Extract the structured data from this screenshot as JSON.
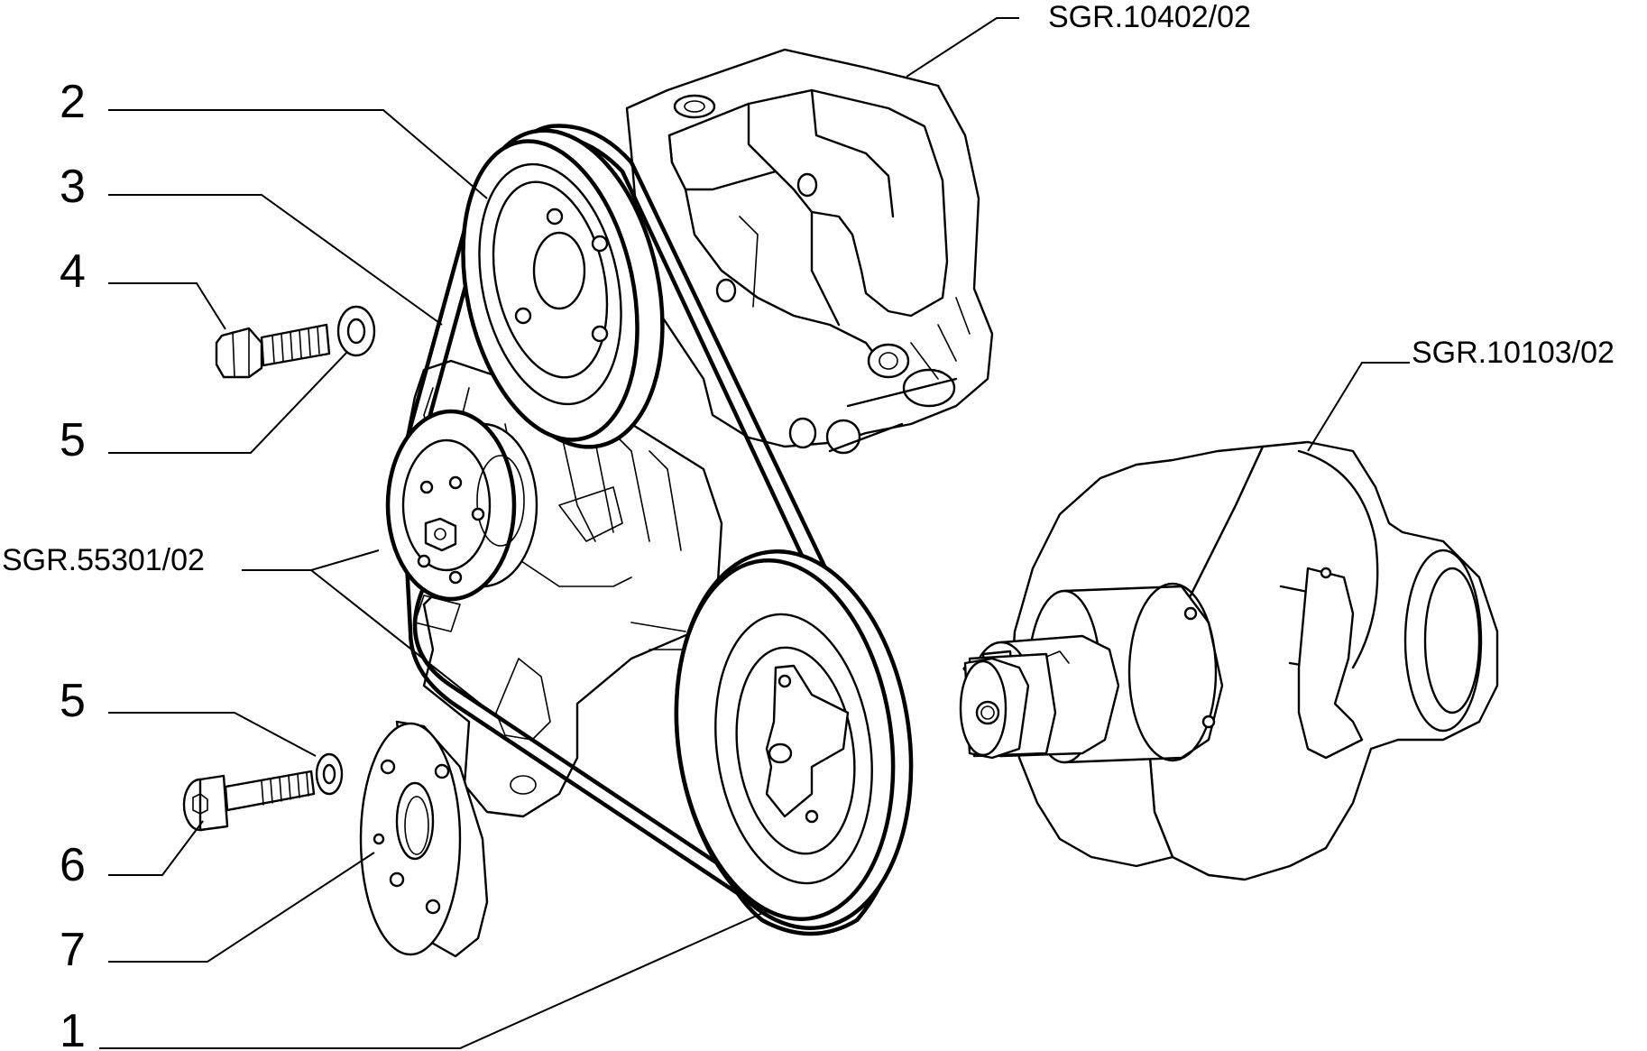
{
  "labels": {
    "item_1": "1",
    "item_2": "2",
    "item_3": "3",
    "item_4": "4",
    "item_5_upper": "5",
    "item_5_lower": "5",
    "item_6": "6",
    "item_7": "7"
  },
  "references": {
    "power_steering_pump": "SGR.10402/02",
    "crankshaft": "SGR.10103/02",
    "water_pump_alternator": "SGR.55301/02"
  }
}
